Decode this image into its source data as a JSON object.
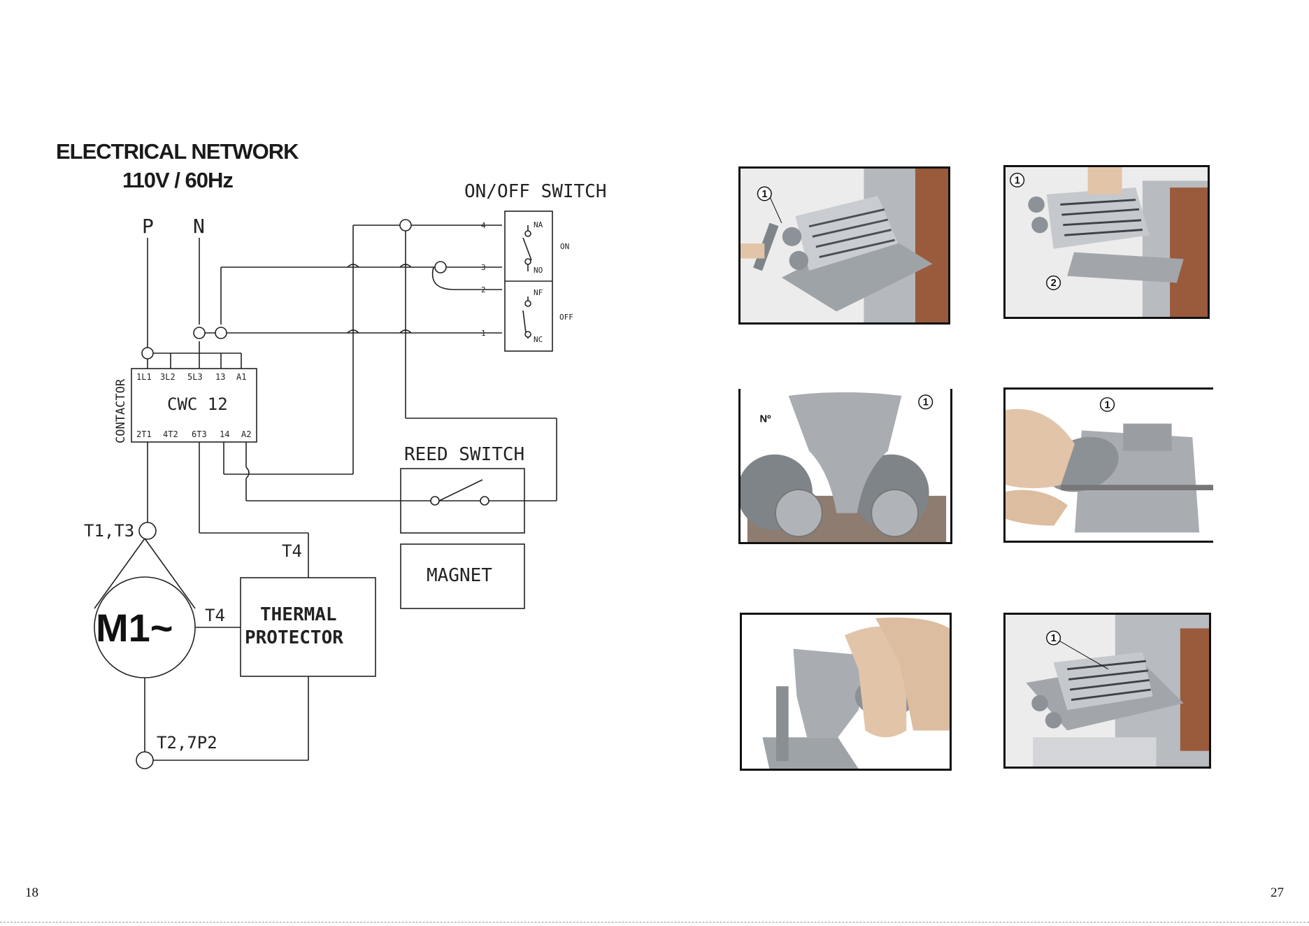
{
  "left_page": {
    "title_line1": "ELECTRICAL NETWORK",
    "title_line2": "110V / 60Hz",
    "page_number": "18",
    "schematic": {
      "label_p": "P",
      "label_n": "N",
      "on_off_switch": "ON/OFF SWITCH",
      "switch_terminals": [
        "4",
        "3",
        "2",
        "1"
      ],
      "contact_labels": [
        "NA",
        "NO",
        "NF",
        "NC"
      ],
      "state_on": "ON",
      "state_off": "OFF",
      "contactor_label": "CONTACTOR",
      "contactor_model": "CWC 12",
      "contactor_top_terminals": [
        "1L1",
        "3L2",
        "5L3",
        "13",
        "A1"
      ],
      "contactor_bottom_terminals": [
        "2T1",
        "4T2",
        "6T3",
        "14",
        "A2"
      ],
      "reed_switch": "REED SWITCH",
      "magnet": "MAGNET",
      "motor_label": "M1~",
      "node_t1t3": "T1,T3",
      "node_t2": "T2,7P2",
      "label_t4_upper": "T4",
      "label_t4_left": "T4",
      "thermal_line1": "THERMAL",
      "thermal_line2": "PROTECTOR"
    }
  },
  "right_page": {
    "page_number": "27",
    "photos": [
      {
        "callouts": [
          "1"
        ]
      },
      {
        "callouts": [
          "1",
          "2"
        ]
      },
      {
        "callouts": [
          "1",
          "Nº"
        ]
      },
      {
        "callouts": [
          "1"
        ]
      },
      {
        "callouts": []
      },
      {
        "callouts": [
          "1"
        ]
      }
    ]
  },
  "colors": {
    "line": "#222222",
    "steel": "#a9adb2",
    "frame": "#111111",
    "copper": "#9a5a3c"
  }
}
